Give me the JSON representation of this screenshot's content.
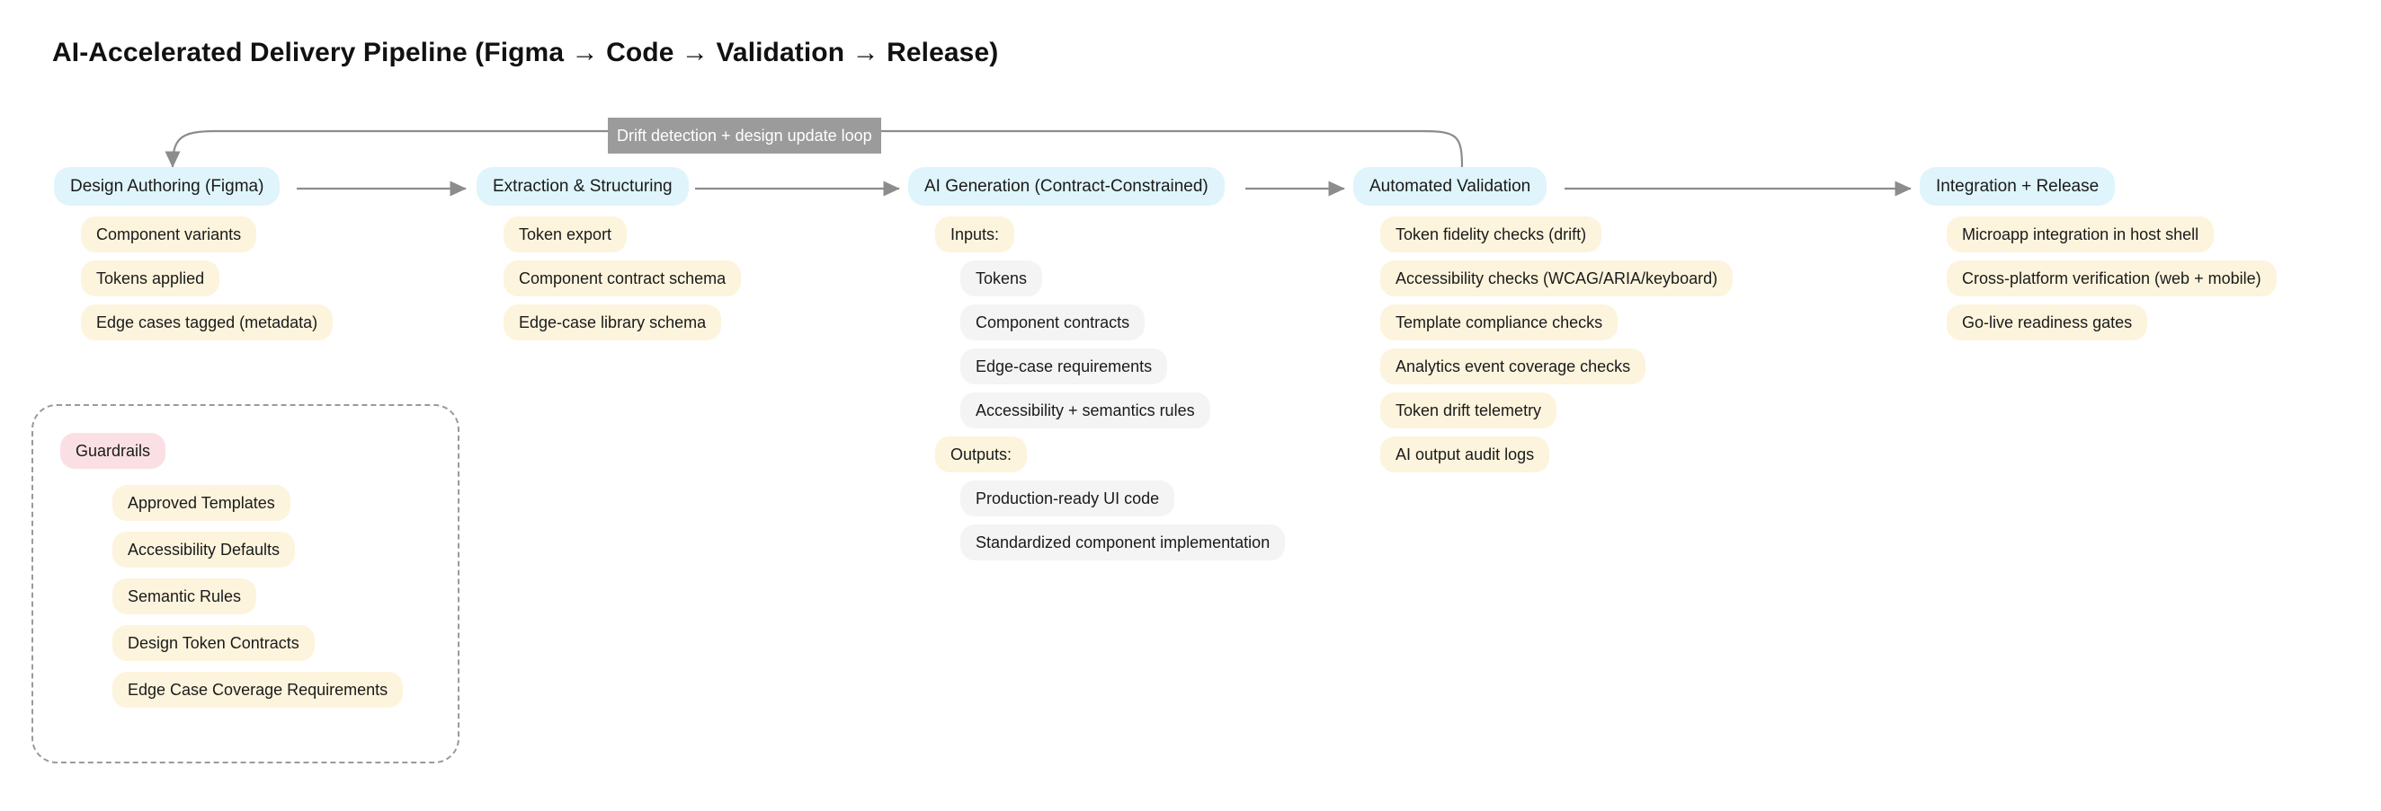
{
  "title": "AI-Accelerated Delivery Pipeline (Figma → Code → Validation → Release)",
  "colors": {
    "stage_pill": "#dff4fb",
    "item_pill_cream": "#fdf4dd",
    "item_pill_grey": "#f4f4f4",
    "group_pill_pink": "#fae0e4",
    "edge": "#8c8c8c",
    "loop_label_bg": "#9b9b9b",
    "loop_label_text": "#ffffff",
    "group_border": "#9a9a9a",
    "background": "#ffffff",
    "text": "#1a1a1a"
  },
  "loop": {
    "label": "Drift detection + design update loop",
    "from": "Automated Validation",
    "to": "Design Authoring (Figma)"
  },
  "stages": [
    {
      "id": "design-authoring",
      "label": "Design Authoring (Figma)",
      "items": [
        {
          "label": "Component variants",
          "style": "cream",
          "nested": false
        },
        {
          "label": "Tokens applied",
          "style": "cream",
          "nested": false
        },
        {
          "label": "Edge cases tagged (metadata)",
          "style": "cream",
          "nested": false
        }
      ]
    },
    {
      "id": "extraction-structuring",
      "label": "Extraction & Structuring",
      "items": [
        {
          "label": "Token export",
          "style": "cream",
          "nested": false
        },
        {
          "label": "Component contract schema",
          "style": "cream",
          "nested": false
        },
        {
          "label": "Edge-case library schema",
          "style": "cream",
          "nested": false
        }
      ]
    },
    {
      "id": "ai-generation",
      "label": "AI Generation (Contract-Constrained)",
      "items": [
        {
          "label": "Inputs:",
          "style": "cream",
          "nested": false
        },
        {
          "label": "Tokens",
          "style": "grey",
          "nested": true
        },
        {
          "label": "Component contracts",
          "style": "grey",
          "nested": true
        },
        {
          "label": "Edge-case requirements",
          "style": "grey",
          "nested": true
        },
        {
          "label": "Accessibility + semantics rules",
          "style": "grey",
          "nested": true
        },
        {
          "label": "Outputs:",
          "style": "cream",
          "nested": false
        },
        {
          "label": "Production-ready UI code",
          "style": "grey",
          "nested": true
        },
        {
          "label": "Standardized component implementation",
          "style": "grey",
          "nested": true
        }
      ]
    },
    {
      "id": "automated-validation",
      "label": "Automated Validation",
      "items": [
        {
          "label": "Token fidelity checks (drift)",
          "style": "cream",
          "nested": false
        },
        {
          "label": "Accessibility checks (WCAG/ARIA/keyboard)",
          "style": "cream",
          "nested": false
        },
        {
          "label": "Template compliance checks",
          "style": "cream",
          "nested": false
        },
        {
          "label": "Analytics event coverage checks",
          "style": "cream",
          "nested": false
        },
        {
          "label": "Token drift telemetry",
          "style": "cream",
          "nested": false
        },
        {
          "label": "AI output audit logs",
          "style": "cream",
          "nested": false
        }
      ]
    },
    {
      "id": "integration-release",
      "label": "Integration + Release",
      "items": [
        {
          "label": "Microapp integration in host shell",
          "style": "cream",
          "nested": false
        },
        {
          "label": "Cross-platform verification (web + mobile)",
          "style": "cream",
          "nested": false
        },
        {
          "label": "Go-live readiness gates",
          "style": "cream",
          "nested": false
        }
      ]
    }
  ],
  "guardrails": {
    "label": "Guardrails",
    "items": [
      {
        "label": "Approved Templates",
        "style": "cream"
      },
      {
        "label": "Accessibility Defaults",
        "style": "cream"
      },
      {
        "label": "Semantic Rules",
        "style": "cream"
      },
      {
        "label": "Design Token Contracts",
        "style": "cream"
      },
      {
        "label": "Edge Case Coverage Requirements",
        "style": "cream"
      }
    ]
  }
}
